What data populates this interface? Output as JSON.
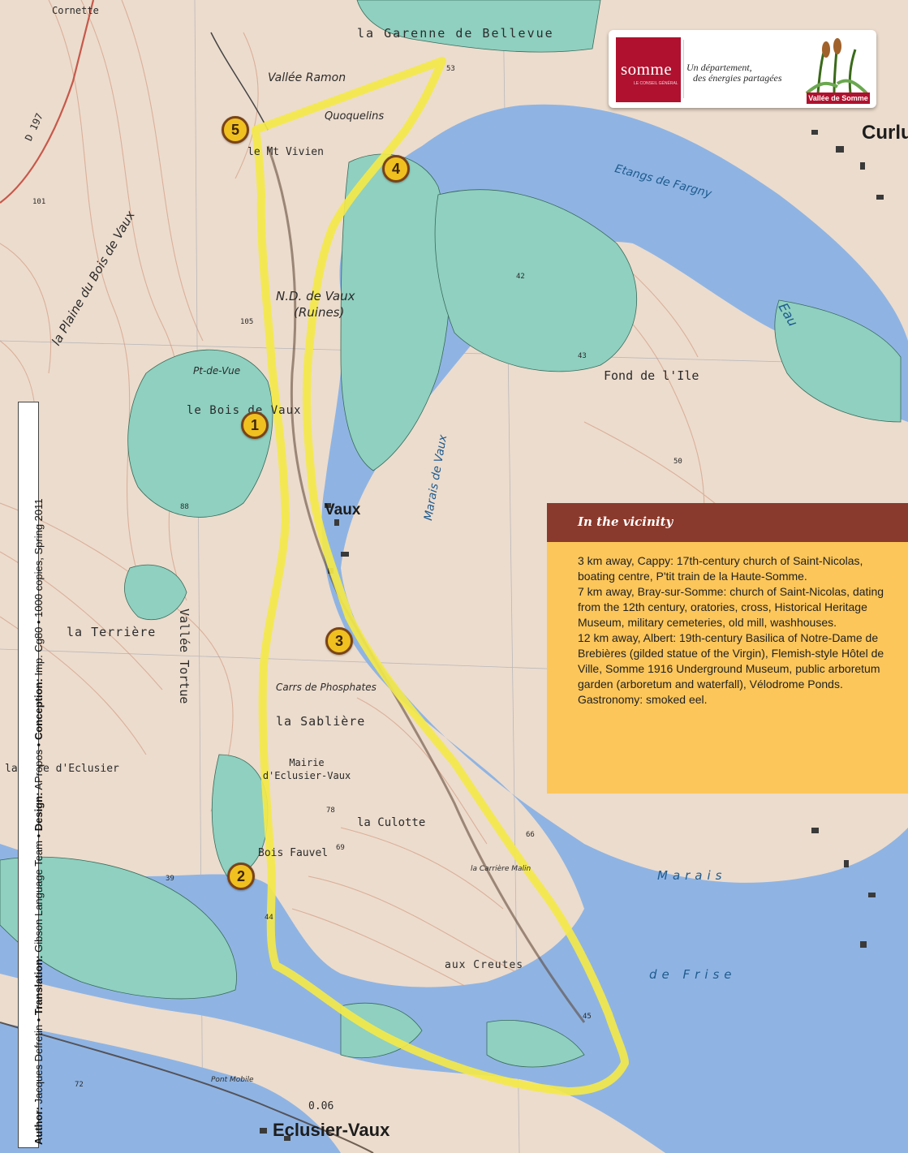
{
  "map_labels": {
    "garenne": "la Garenne de Bellevue",
    "cornette": "Cornette",
    "vallee_ramon": "Vallée Ramon",
    "quoquelins": "Quoquelins",
    "mt_vivien": "le Mt Vivien",
    "road_d197": "D 197",
    "plaine": "la Plaine du Bois de Vaux",
    "etangs": "Etangs de Fargny",
    "curlu": "Curlu",
    "nd_vaux": "N.D. de Vaux",
    "ruines": "(Ruines)",
    "pt_de_vue": "Pt-de-Vue",
    "bois_de_vaux": "le Bois de Vaux",
    "vaux": "Vaux",
    "fond_ile": "Fond de l'Ile",
    "eau": "Eau",
    "marais_de_vaux": "Marais de Vaux",
    "la_terriere": "la Terrière",
    "vallee_tortue": "Vallée Tortue",
    "carrs_phosphates": "Carrs de Phosphates",
    "la_sabliere": "la Sablière",
    "mairie": "Mairie d'Eclusier-Vaux",
    "la_culotte": "la Culotte",
    "bois_fauvel": "Bois Fauvel",
    "la_carriere": "la Carrière Malin",
    "aux_creutes": "aux Creutes",
    "marais": "Marais",
    "frise": "de Frise",
    "eclusier": "Eclusier-Vaux",
    "pont_mobile": "Pont Mobile",
    "aire": "la Aire d'Eclusier",
    "elev_53": "53",
    "elev_101": "101",
    "elev_105": "105",
    "elev_88": "88",
    "elev_42": "42",
    "elev_43": "43",
    "elev_50": "50",
    "elev_39": "39",
    "elev_44": "44",
    "elev_45": "45",
    "elev_72": "72",
    "elev_69": "69",
    "elev_78": "78",
    "elev_66": "66",
    "elev_006": "0.06"
  },
  "markers": {
    "m1": "1",
    "m2": "2",
    "m3": "3",
    "m4": "4",
    "m5": "5"
  },
  "credits": {
    "author_label": "Author:",
    "author": " Jacques Defretin • ",
    "translation_label": "Translation:",
    "translation": " Gibson Language Team • ",
    "design_label": "Design:",
    "design": " APropos • ",
    "conception_label": "Conception:",
    "conception": " Imp. Cg80 • 1000 copies, Spring 2011"
  },
  "logo": {
    "somme": "somme",
    "somme_sub": "LE CONSEIL GÉNÉRAL",
    "tagline_1": "Un département,",
    "tagline_2": "des énergies partagées",
    "vallee": "Vallée de Somme"
  },
  "vicinity": {
    "title": "In the vicinity",
    "p1": "3 km away, Cappy: 17th-century church of Saint-Nicolas, boating centre, P'tit train de la Haute-Somme.",
    "p2": "7 km away, Bray-sur-Somme: church of Saint-Nicolas, dating from the 12th century, oratories, cross, Historical Heritage Museum, military cemeteries, old mill, washhouses.",
    "p3": "12 km away, Albert: 19th-century Basilica of Notre-Dame de Brebières (gilded statue of the Virgin), Flemish-style Hôtel de Ville, Somme 1916 Underground Museum, public arboretum garden (arboretum and waterfall), Vélodrome Ponds.",
    "p4": "Gastronomy: smoked eel."
  },
  "colors": {
    "route": "#f3e84a",
    "water": "#8fb4e3",
    "forest": "#8fd0c0",
    "land": "#ecdccd",
    "marker_fill": "#f0c020",
    "marker_border": "#7a4318",
    "panel_head": "#8a3a2c",
    "panel_body": "#fcc65a",
    "brand_red": "#b0112e"
  }
}
